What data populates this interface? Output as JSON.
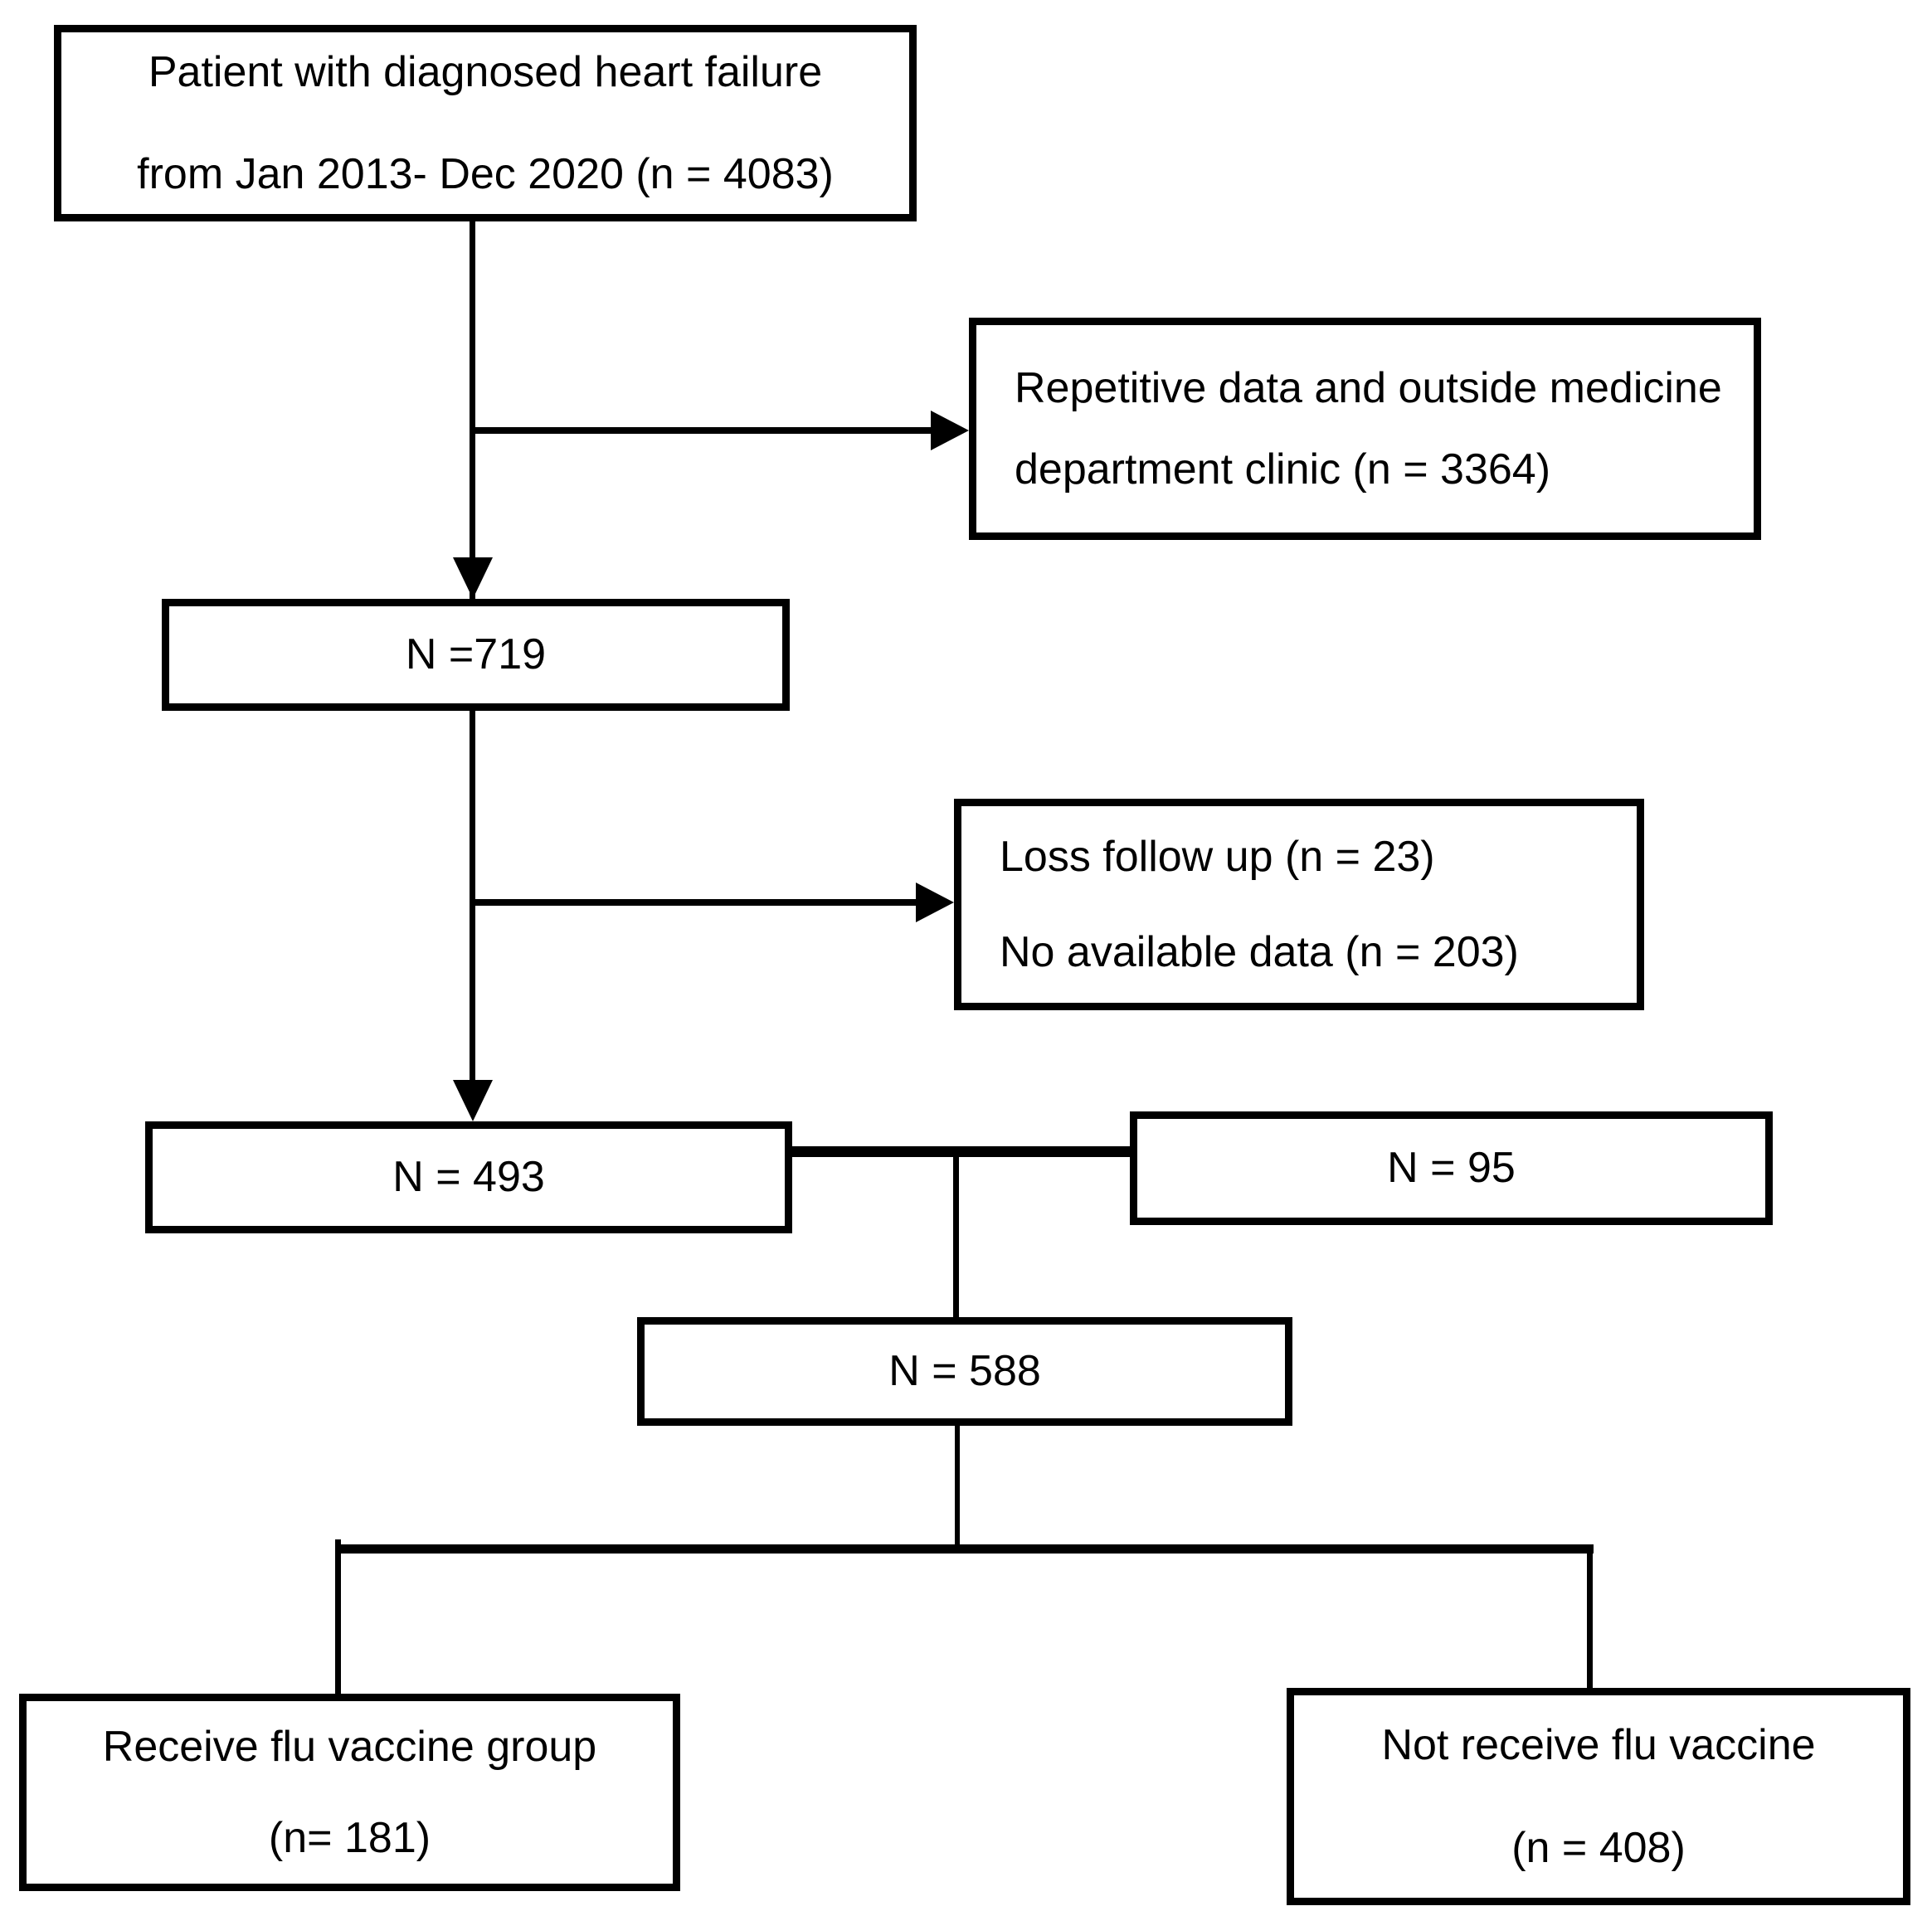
{
  "figure": {
    "background_color": "#ffffff",
    "line_color": "#000000",
    "text_color": "#000000",
    "boxes": {
      "top": {
        "line1": "Patient with diagnosed heart failure",
        "line2": "from Jan 2013- Dec 2020 (n = 4083)"
      },
      "excluded_repetitive": {
        "line1": "Repetitive data and outside medicine",
        "line2": "department clinic (n = 3364)"
      },
      "n719": {
        "label": "N =719"
      },
      "excluded_loss": {
        "line1": "Loss follow up (n = 23)",
        "line2": "No available data (n = 203)"
      },
      "n493": {
        "label": "N = 493"
      },
      "n95": {
        "label": "N = 95"
      },
      "n588": {
        "label": "N = 588"
      },
      "receive": {
        "line1": "Receive flu vaccine group",
        "line2": "(n= 181)"
      },
      "not_receive": {
        "line1": "Not receive flu vaccine",
        "line2": "(n = 408)"
      }
    }
  }
}
